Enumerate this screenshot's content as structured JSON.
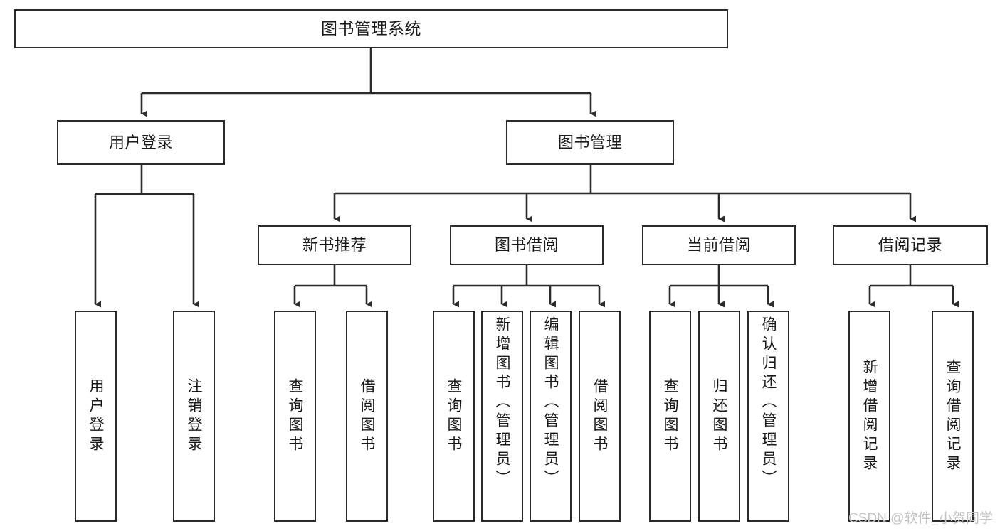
{
  "diagram": {
    "title": "图书管理系统",
    "type": "tree-hierarchy-chart",
    "colors": {
      "box_border": "#2b2b2b",
      "box_fill": "#ffffff",
      "edge": "#2b2b2b",
      "text": "#1a1a1a",
      "watermark": "#c3c3c3",
      "background": "#ffffff"
    },
    "nodes": {
      "root": {
        "label": "图书管理系统"
      },
      "level2": [
        {
          "id": "user-login",
          "label": "用户登录"
        },
        {
          "id": "book-manage",
          "label": "图书管理"
        }
      ],
      "level3": [
        {
          "id": "new-book-recommend",
          "label": "新书推荐"
        },
        {
          "id": "book-borrow",
          "label": "图书借阅"
        },
        {
          "id": "current-borrow",
          "label": "当前借阅"
        },
        {
          "id": "borrow-record",
          "label": "借阅记录"
        }
      ],
      "leaves": {
        "user_login": [
          {
            "id": "leaf-user-login",
            "label": "用户登录"
          },
          {
            "id": "leaf-logout-login",
            "label": "注销登录"
          }
        ],
        "new_book_recommend": [
          {
            "id": "leaf-query-book-1",
            "label": "查询图书"
          },
          {
            "id": "leaf-borrow-book-1",
            "label": "借阅图书"
          }
        ],
        "book_borrow": [
          {
            "id": "leaf-query-book-2",
            "label": "查询图书"
          },
          {
            "id": "leaf-add-book",
            "label": "新增图书（管理员）"
          },
          {
            "id": "leaf-edit-book",
            "label": "编辑图书（管理员）"
          },
          {
            "id": "leaf-borrow-book-2",
            "label": "借阅图书"
          }
        ],
        "current_borrow": [
          {
            "id": "leaf-query-book-3",
            "label": "查询图书"
          },
          {
            "id": "leaf-return-book",
            "label": "归还图书"
          },
          {
            "id": "leaf-confirm-return",
            "label": "确认归还（管理员）"
          }
        ],
        "borrow_record": [
          {
            "id": "leaf-add-record",
            "label": "新增借阅记录"
          },
          {
            "id": "leaf-query-record",
            "label": "查询借阅记录"
          }
        ]
      }
    }
  },
  "watermark": {
    "text": "CSDN @软件_小贺同学"
  }
}
